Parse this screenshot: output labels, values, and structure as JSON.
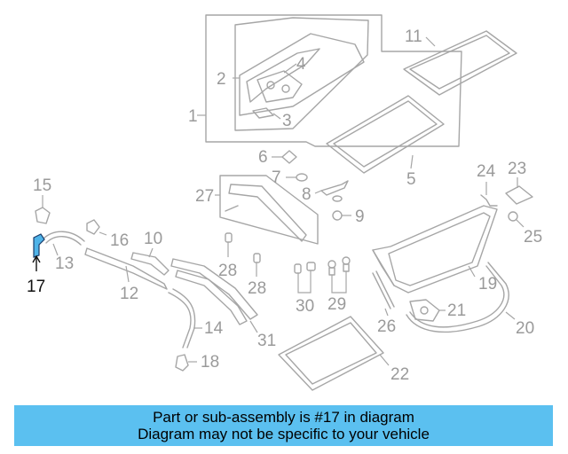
{
  "callouts": {
    "c1": "1",
    "c2": "2",
    "c3": "3",
    "c4": "4",
    "c5": "5",
    "c6": "6",
    "c7": "7",
    "c8": "8",
    "c9": "9",
    "c10": "10",
    "c11": "11",
    "c12": "12",
    "c13": "13",
    "c14": "14",
    "c15": "15",
    "c16": "16",
    "c17": "17",
    "c18": "18",
    "c19": "19",
    "c20": "20",
    "c21": "21",
    "c22": "22",
    "c23": "23",
    "c24": "24",
    "c25": "25",
    "c26": "26",
    "c27": "27",
    "c28a": "28",
    "c28b": "28",
    "c29": "29",
    "c30": "30",
    "c31": "31"
  },
  "highlighted_part": "17",
  "banner": {
    "line1": "Part or sub-assembly is #17 in diagram",
    "line2": "Diagram may not be specific to your vehicle"
  },
  "colors": {
    "banner_bg": "#5bc0f0",
    "highlight_fill": "#4fb3e8",
    "line_gray": "#a6a6a6"
  }
}
